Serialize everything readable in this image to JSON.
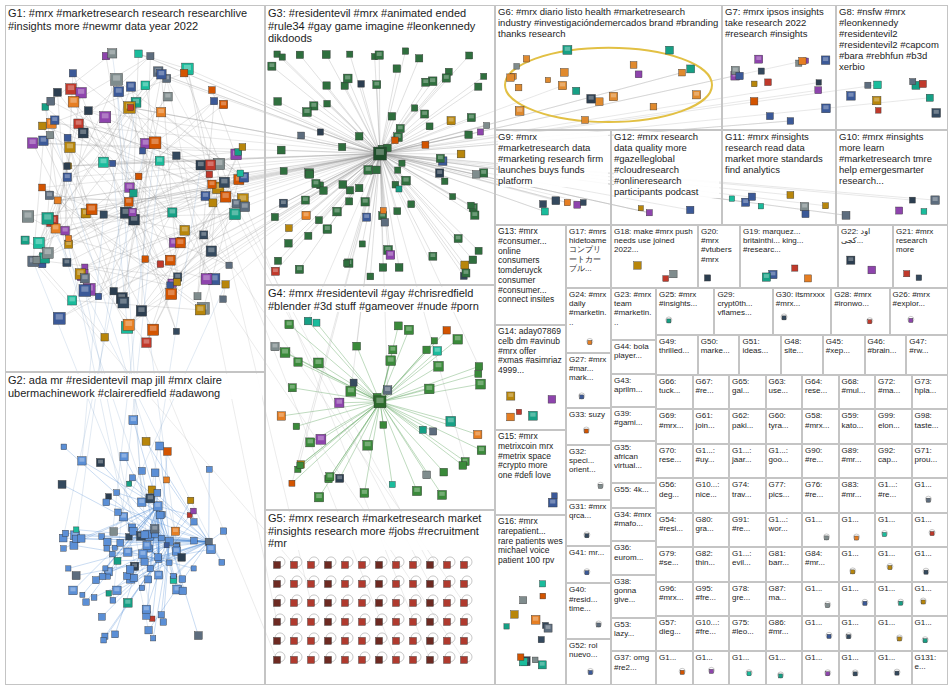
{
  "diagram": {
    "nodes": [
      {
        "text": [
          "G1: #mrx #marketresearch research researchlive #insights more #newmr data year 2022"
        ]
      },
      {
        "text": [
          "G2: ada mr #residentevil map jill #mrx claire ubermachinework #claireredfield #adawong"
        ]
      },
      {
        "text": [
          "G3: #residentevil #mrx #animated ended #rule34 #gay game imagine #leonkennedy dikdoods"
        ]
      },
      {
        "text": [
          "G4: #mrx #residentevil #gay #chrisredfield #blender #3d stuff #gameover #nude #porn"
        ]
      },
      {
        "text": [
          "G5: #mrx research #marketresearch market #insights research more #jobs #recruitment #mr"
        ]
      },
      {
        "text": [
          "G6: #mrx diario listo health #marketresearch industry #investigacióndemercados brand #branding thanks research"
        ]
      },
      {
        "text": [
          "G7: #mrx ipsos insights take research 2022 #research #insights"
        ]
      },
      {
        "text": [
          "G8: #nsfw #mrx #leonkennedy #residentevil2 #residentevil2 #capcom #bara #rebhfun #b3d xerbio"
        ]
      },
      {
        "text": [
          "G9: #mrx #marketresearch data #marketing research firm launches buys funds platform"
        ]
      },
      {
        "text": [
          "G12: #mrx research data quality more #gazelleglobal #cloudresearch #onlineresearch participants podcast"
        ]
      },
      {
        "text": [
          "G11: #mrx #insights research read data market more standards find analytics"
        ]
      },
      {
        "text": [
          "G10: #mrx #insights more learn #marketresearch tmre help emergesmarter research..."
        ]
      },
      {
        "text": [
          "G13: #mrx #consumer... online consumers tomderuyck consumer #consumer... connect insites"
        ]
      },
      {
        "text": [
          "G17: #mrs hidetoame コンプリートカーブル..."
        ]
      },
      {
        "text": [
          "G18: make #mrx push needs use joined 2022..."
        ]
      },
      {
        "text": [
          "G20: #mrx #vtubers #mrx"
        ]
      },
      {
        "text": [
          "G19: marquez... britainthi... king... #researc..."
        ]
      },
      {
        "text": [
          "G22: اود کجی..."
        ]
      },
      {
        "text": [
          "G21: #mrx research more"
        ]
      },
      {
        "text": [
          "G14: aday07869 celb dm #avinub #mrx offer #xmas #asimriaz 4999..."
        ]
      },
      {
        "text": [
          "G15: #mrx metrixcoin mrx #metrix space #crypto more one #defi love"
        ]
      },
      {
        "text": [
          "G16: #mrx rarepatient... rare patients wes michael voice patient 100 rpv"
        ]
      },
      {
        "text": [
          "G24: #mrx daily #marketin..."
        ]
      },
      {
        "text": [
          "G27: #mrx #mar... mark..."
        ]
      },
      {
        "text": [
          "G33: suzy"
        ]
      },
      {
        "text": [
          "G32: speci... orient..."
        ]
      },
      {
        "text": [
          "G31: #mrx qrca..."
        ]
      },
      {
        "text": [
          "G41: mr..."
        ]
      },
      {
        "text": [
          "G40: #resid... time..."
        ]
      },
      {
        "text": [
          "G52: rol nuevo..."
        ]
      },
      {
        "text": [
          "G23: #mrx team #marketin..."
        ]
      },
      {
        "text": [
          "G44: bola player..."
        ]
      },
      {
        "text": [
          "G43: aprilm..."
        ]
      },
      {
        "text": [
          "G39: #gami..."
        ]
      },
      {
        "text": [
          "G35: african virtual..."
        ]
      },
      {
        "text": [
          "G55: 4k..."
        ]
      },
      {
        "text": [
          "G34: #mrx #mafo..."
        ]
      },
      {
        "text": [
          "G36: eurom..."
        ]
      },
      {
        "text": [
          "G38: gonna give..."
        ]
      },
      {
        "text": [
          "G53: lazy..."
        ]
      },
      {
        "text": [
          "G37: omg #re2..."
        ]
      },
      {
        "text": [
          "G25: #mrx #insights..."
        ]
      },
      {
        "text": [
          "G29: crypt0th... vflames..."
        ]
      },
      {
        "text": [
          "G30: itsmrxxx #mrx..."
        ]
      },
      {
        "text": [
          "G28: #mrx #ironwo..."
        ]
      },
      {
        "text": [
          "G26: #mrx #explor..."
        ]
      },
      {
        "text": [
          "G49: thrilled..."
        ]
      },
      {
        "text": [
          "G50: marke..."
        ]
      },
      {
        "text": [
          "G51: ideas..."
        ]
      },
      {
        "text": [
          "G48: site..."
        ]
      },
      {
        "text": [
          "G45: #xep..."
        ]
      },
      {
        "text": [
          "G46: #brain..."
        ]
      },
      {
        "text": [
          "G47: #rw..."
        ]
      },
      {
        "text": [
          "G66: tuck..."
        ]
      },
      {
        "text": [
          "G67: #re..."
        ]
      },
      {
        "text": [
          "G65: gal..."
        ]
      },
      {
        "text": [
          "G63: use..."
        ]
      },
      {
        "text": [
          "G64: rese..."
        ]
      },
      {
        "text": [
          "G68: #mul..."
        ]
      },
      {
        "text": [
          "G72: #ma..."
        ]
      },
      {
        "text": [
          "G73: hpla..."
        ]
      },
      {
        "text": [
          "G69: #mrx..."
        ]
      },
      {
        "text": [
          "G61: join..."
        ]
      },
      {
        "text": [
          "G62: paki..."
        ]
      },
      {
        "text": [
          "G60: tyra..."
        ]
      },
      {
        "text": [
          "G58: #mrx..."
        ]
      },
      {
        "text": [
          "G59: kato..."
        ]
      },
      {
        "text": [
          "G99: elon..."
        ]
      },
      {
        "text": [
          "G98: taste..."
        ]
      },
      {
        "text": [
          "G70: rese..."
        ]
      },
      {
        "text": [
          "G1...: #uy..."
        ]
      },
      {
        "text": [
          "G1...: jaar..."
        ]
      },
      {
        "text": [
          "G1...: goo..."
        ]
      },
      {
        "text": [
          "G90: #re..."
        ]
      },
      {
        "text": [
          "G89: #mr..."
        ]
      },
      {
        "text": [
          "G92: cap..."
        ]
      },
      {
        "text": [
          "G71: prou..."
        ]
      },
      {
        "text": [
          "G56: deg..."
        ]
      },
      {
        "text": [
          "G10...: nice..."
        ]
      },
      {
        "text": [
          "G74: trav..."
        ]
      },
      {
        "text": [
          "G77: pics..."
        ]
      },
      {
        "text": [
          "G76: #re..."
        ]
      },
      {
        "text": [
          "G83: #mr..."
        ]
      },
      {
        "text": [
          "G1...: #re..."
        ]
      },
      {
        "text": [
          "G1..."
        ]
      },
      {
        "text": [
          "G54: #resi..."
        ]
      },
      {
        "text": [
          "G80: gra..."
        ]
      },
      {
        "text": [
          "G91: #re..."
        ]
      },
      {
        "text": [
          "G1...: wor..."
        ]
      },
      {
        "text": [
          "G1..."
        ]
      },
      {
        "text": [
          "G1..."
        ]
      },
      {
        "text": [
          "G1..."
        ]
      },
      {
        "text": [
          "G1..."
        ]
      },
      {
        "text": [
          "G79: #se..."
        ]
      },
      {
        "text": [
          "G82: thin..."
        ]
      },
      {
        "text": [
          "G1...: evil..."
        ]
      },
      {
        "text": [
          "G81: barr..."
        ]
      },
      {
        "text": [
          "G84: #mr..."
        ]
      },
      {
        "text": [
          "G1..."
        ]
      },
      {
        "text": [
          "G1..."
        ]
      },
      {
        "text": [
          "G1..."
        ]
      },
      {
        "text": [
          "G96: #mrx..."
        ]
      },
      {
        "text": [
          "G95: #fre..."
        ]
      },
      {
        "text": [
          "G78: gre..."
        ]
      },
      {
        "text": [
          "G87: ma..."
        ]
      },
      {
        "text": [
          "G1..."
        ]
      },
      {
        "text": [
          "G1..."
        ]
      },
      {
        "text": [
          "G1..."
        ]
      },
      {
        "text": [
          "G1..."
        ]
      },
      {
        "text": [
          "G57: dieg..."
        ]
      },
      {
        "text": [
          "G10...: #fre..."
        ]
      },
      {
        "text": [
          "G75: #leo..."
        ]
      },
      {
        "text": [
          "G86: #mr..."
        ]
      },
      {
        "text": [
          "G1..."
        ]
      },
      {
        "text": [
          "G1..."
        ]
      },
      {
        "text": [
          "G1..."
        ]
      },
      {
        "text": [
          "G1..."
        ]
      },
      {
        "text": [
          "G1..."
        ]
      },
      {
        "text": [
          "G1..."
        ]
      },
      {
        "text": [
          "G1..."
        ]
      },
      {
        "text": [
          "G1..."
        ]
      },
      {
        "text": [
          "G1..."
        ]
      },
      {
        "text": [
          "G1..."
        ]
      },
      {
        "text": [
          "G1..."
        ]
      },
      {
        "text": [
          "G131: e..."
        ]
      }
    ]
  }
}
